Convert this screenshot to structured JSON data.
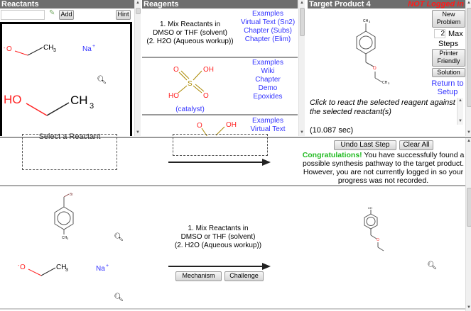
{
  "reactants": {
    "title": "Reactants",
    "add_label": "Add",
    "hint_label": "Hint",
    "input_value": "",
    "mol1": {
      "o": "O",
      "charge": "-",
      "ch3": "CH",
      "sub": "3",
      "na": "Na",
      "plus": "+"
    },
    "mol2": {
      "ho": "HO",
      "ch3": "CH",
      "sub": "3"
    }
  },
  "reagents": {
    "title": "Reagents",
    "items": [
      {
        "text": [
          "1. Mix Reactants in",
          "DMSO or THF (solvent)",
          "(2. H2O (Aqueous workup))"
        ],
        "links": [
          "Examples",
          "Virtual Text (Sn2)",
          "Chapter (Subs)",
          "Chapter (Elim)"
        ]
      },
      {
        "note": "(catalyst)",
        "atoms": {
          "o": "O",
          "oh": "OH",
          "s": "S",
          "ho": "HO"
        },
        "links": [
          "Examples",
          "Wiki",
          "Chapter",
          "Demo",
          "Epoxides"
        ]
      },
      {
        "atoms": {
          "o": "O",
          "oh": "OH"
        },
        "links": [
          "Examples",
          "Virtual Text"
        ]
      }
    ]
  },
  "target": {
    "title": "Target Product 4",
    "login_status": "NOT Logged in",
    "new_problem": [
      "New",
      "Problem"
    ],
    "max_steps_value": "2",
    "max_label": "Max",
    "steps_label": "Steps",
    "printer_friendly": [
      "Printer",
      "Friendly"
    ],
    "solution": "Solution",
    "return_setup": [
      "Return to",
      "Setup"
    ],
    "instruction": "Click to react the selected reagent against the selected reactant(s)",
    "timer": "(10.087 sec)",
    "atoms": {
      "ch3": "CH",
      "sub": "3",
      "o": "O"
    }
  },
  "workspace": {
    "select_reactant": "Select a Reactant",
    "undo": "Undo Last Step",
    "clear": "Clear All",
    "congrats_bold": "Congratulations!",
    "congrats_text": " You have successfully found a possible synthesis pathway to the target product. However, you are not currently logged in so your progress was not recorded.",
    "step": {
      "br": "Br",
      "ch3": "CH",
      "sub": "3",
      "o": "O",
      "charge": "-",
      "na": "Na",
      "plus": "+",
      "conditions": [
        "1. Mix Reactants in",
        "DMSO or THF (solvent)",
        "(2. H2O (Aqueous workup))"
      ],
      "mechanism": "Mechanism",
      "challenge": "Challenge"
    }
  },
  "colors": {
    "header": "#6e6e6e",
    "link": "#3333ff",
    "oxygen": "#ff2020",
    "green": "#22bb22"
  }
}
